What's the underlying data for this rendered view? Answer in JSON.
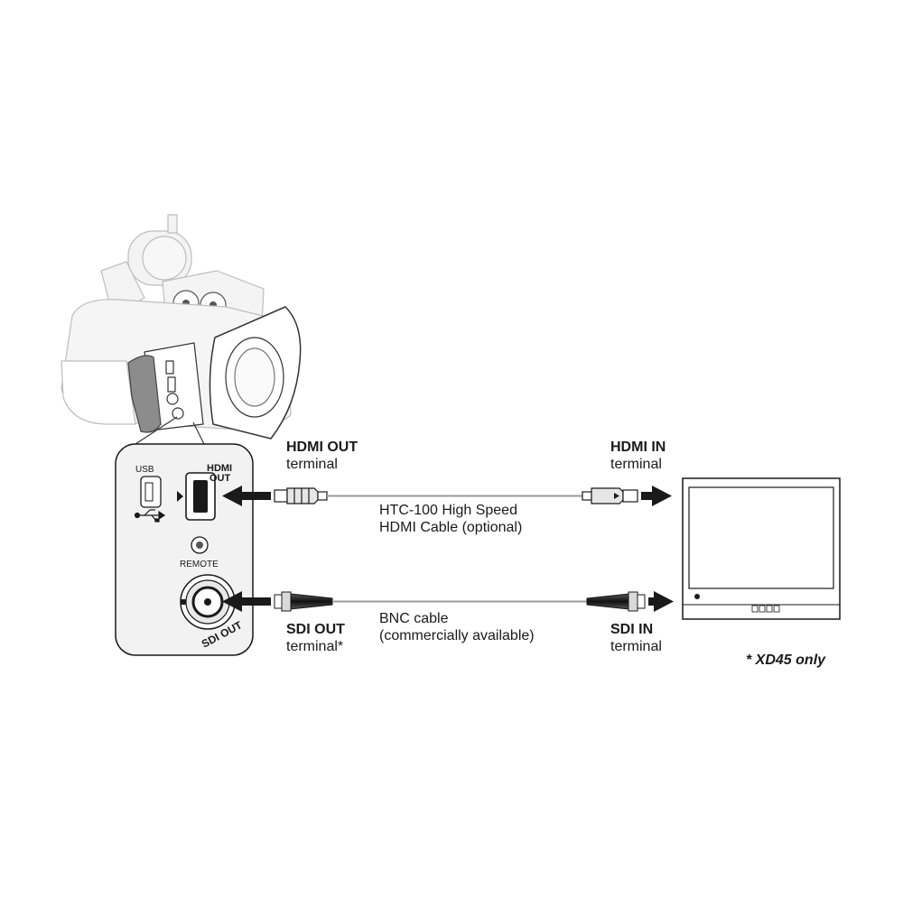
{
  "camera_panel": {
    "usb_label": "USB",
    "hdmi_label_line1": "HDMI",
    "hdmi_label_line2": "OUT",
    "remote_label": "REMOTE",
    "sdi_label": "SDI OUT"
  },
  "connections": {
    "hdmi_out": {
      "title": "HDMI OUT",
      "sub": "terminal"
    },
    "hdmi_cable": {
      "line1": "HTC-100 High Speed",
      "line2": "HDMI Cable (optional)"
    },
    "hdmi_in": {
      "title": "HDMI IN",
      "sub": "terminal"
    },
    "sdi_out": {
      "title": "SDI OUT",
      "sub": "terminal*"
    },
    "bnc_cable": {
      "line1": "BNC cable",
      "line2": "(commercially available)"
    },
    "sdi_in": {
      "title": "SDI IN",
      "sub": "terminal"
    }
  },
  "footnote": "* XD45 only",
  "colors": {
    "line": "#1a1a1a",
    "grey_line": "#9a9a9a",
    "camera_fill": "#f2f2f2",
    "strap": "#8c8c8c"
  },
  "icons": [
    "camcorder-illustration",
    "usb-icon",
    "hdmi-port-icon",
    "bnc-port-icon",
    "monitor-illustration",
    "arrow-icon"
  ]
}
